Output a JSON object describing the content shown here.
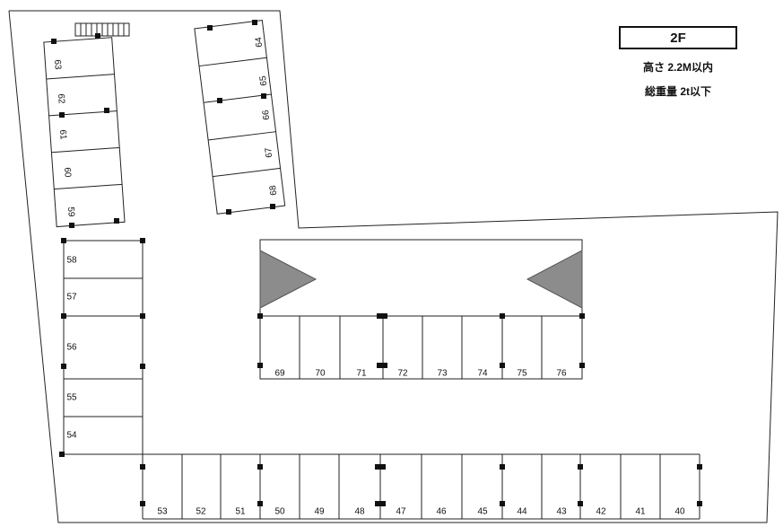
{
  "floor": {
    "label": "2F",
    "height_limit": "高さ  2.2M以内",
    "weight_limit": "総重量  2t以下"
  },
  "spaces": {
    "rotated_left": [
      "63",
      "62",
      "61",
      "60",
      "59"
    ],
    "rotated_right": [
      "64",
      "65",
      "66",
      "67",
      "68"
    ],
    "left_column": [
      "58",
      "57",
      "56",
      "55",
      "54"
    ],
    "center_row": [
      "69",
      "70",
      "71",
      "72",
      "73",
      "74",
      "75",
      "76"
    ],
    "bottom_row": [
      "53",
      "52",
      "51",
      "50",
      "49",
      "48",
      "47",
      "46",
      "45",
      "44",
      "43",
      "42",
      "41",
      "40"
    ]
  }
}
